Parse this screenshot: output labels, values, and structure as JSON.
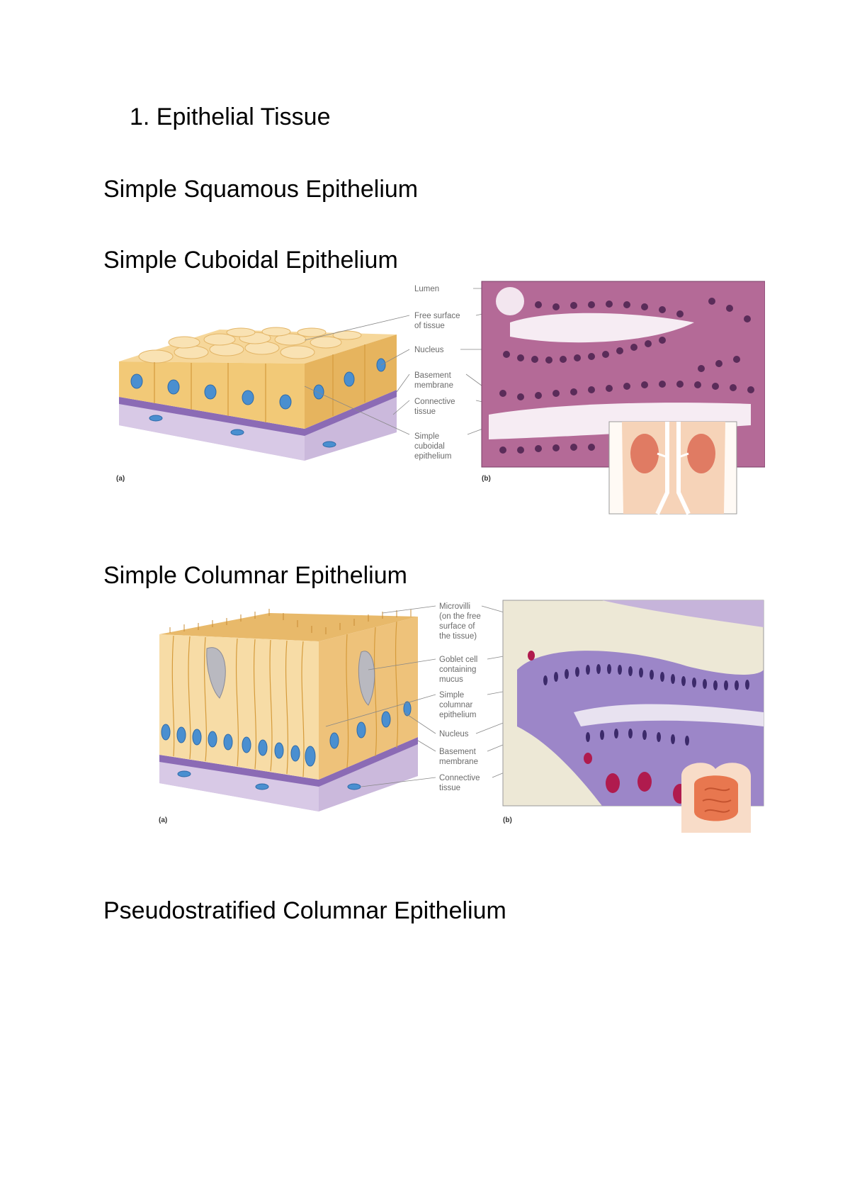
{
  "heading_main": "1. Epithelial Tissue",
  "sections": {
    "squamous": "Simple Squamous Epithelium",
    "cuboidal": "Simple Cuboidal Epithelium",
    "columnar": "Simple Columnar Epithelium",
    "pseudostratified": "Pseudostratified Columnar Epithelium"
  },
  "figure_cuboidal": {
    "panel_a": "(a)",
    "panel_b": "(b)",
    "labels": {
      "lumen": "Lumen",
      "free_surface_1": "Free surface",
      "free_surface_2": "of tissue",
      "nucleus": "Nucleus",
      "basement_1": "Basement",
      "basement_2": "membrane",
      "connective_1": "Connective",
      "connective_2": "tissue",
      "simple_1": "Simple",
      "simple_2": "cuboidal",
      "simple_3": "epithelium"
    },
    "colors": {
      "cell": "#f2c977",
      "nucleus": "#4a8fd0",
      "membrane": "#8b6bb5",
      "tissue_stain": "#b46a97",
      "kidney": "#e07b63"
    }
  },
  "figure_columnar": {
    "panel_a": "(a)",
    "panel_b": "(b)",
    "labels": {
      "microvilli_1": "Microvilli",
      "microvilli_2": "(on the free",
      "microvilli_3": "surface of",
      "microvilli_4": "the tissue)",
      "goblet_1": "Goblet cell",
      "goblet_2": "containing",
      "goblet_3": "mucus",
      "simple_1": "Simple",
      "simple_2": "columnar",
      "simple_3": "epithelium",
      "nucleus": "Nucleus",
      "basement_1": "Basement",
      "basement_2": "membrane",
      "connective_1": "Connective",
      "connective_2": "tissue"
    },
    "colors": {
      "cell": "#f2c977",
      "nucleus": "#4a8fd0",
      "membrane": "#8b6bb5",
      "tissue_stain": "#9c86c8",
      "intestine": "#e8774f"
    }
  }
}
